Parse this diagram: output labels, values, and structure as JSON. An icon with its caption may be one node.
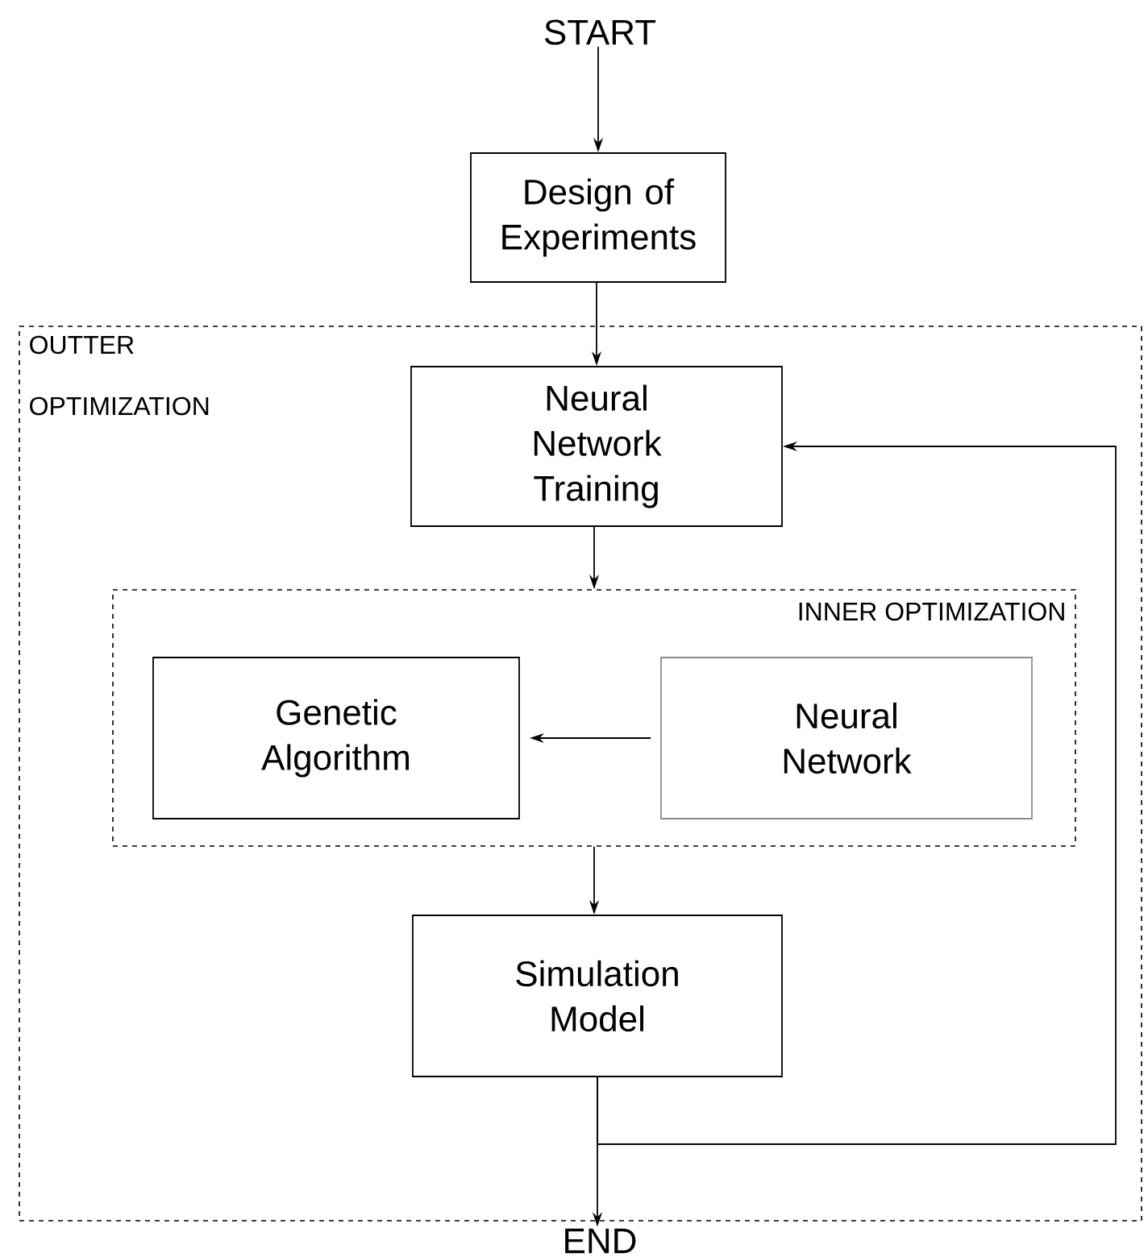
{
  "diagram": {
    "nodes": [
      {
        "text": [
          "START"
        ]
      },
      {
        "text": [
          "Design of Experiments"
        ]
      },
      {
        "text": [
          "OUTTER OPTIMIZATION"
        ]
      },
      {
        "text": [
          "Neural Network Training"
        ],
        "in": 2
      },
      {
        "text": [
          "INNER OPTIMIZATION"
        ],
        "in": 2
      },
      {
        "text": [
          "Genetic Algorithm"
        ],
        "in": 4
      },
      {
        "text": [
          "Neural Network"
        ],
        "in": 4
      },
      {
        "text": [
          "Simulation Model"
        ],
        "in": 2
      },
      {
        "text": [
          "END"
        ]
      }
    ],
    "edges": [
      {
        "from": 0,
        "to": 1,
        "arrow": "to"
      },
      {
        "from": 1,
        "to": 3,
        "arrow": "to"
      },
      {
        "from": 3,
        "to": 4,
        "arrow": "to"
      },
      {
        "from": 6,
        "to": 5,
        "arrow": "to"
      },
      {
        "from": 4,
        "to": 7,
        "arrow": "to"
      },
      {
        "from": 7,
        "to": 8,
        "arrow": "to"
      },
      {
        "from": 7,
        "to": 3,
        "arrow": "to"
      }
    ]
  }
}
